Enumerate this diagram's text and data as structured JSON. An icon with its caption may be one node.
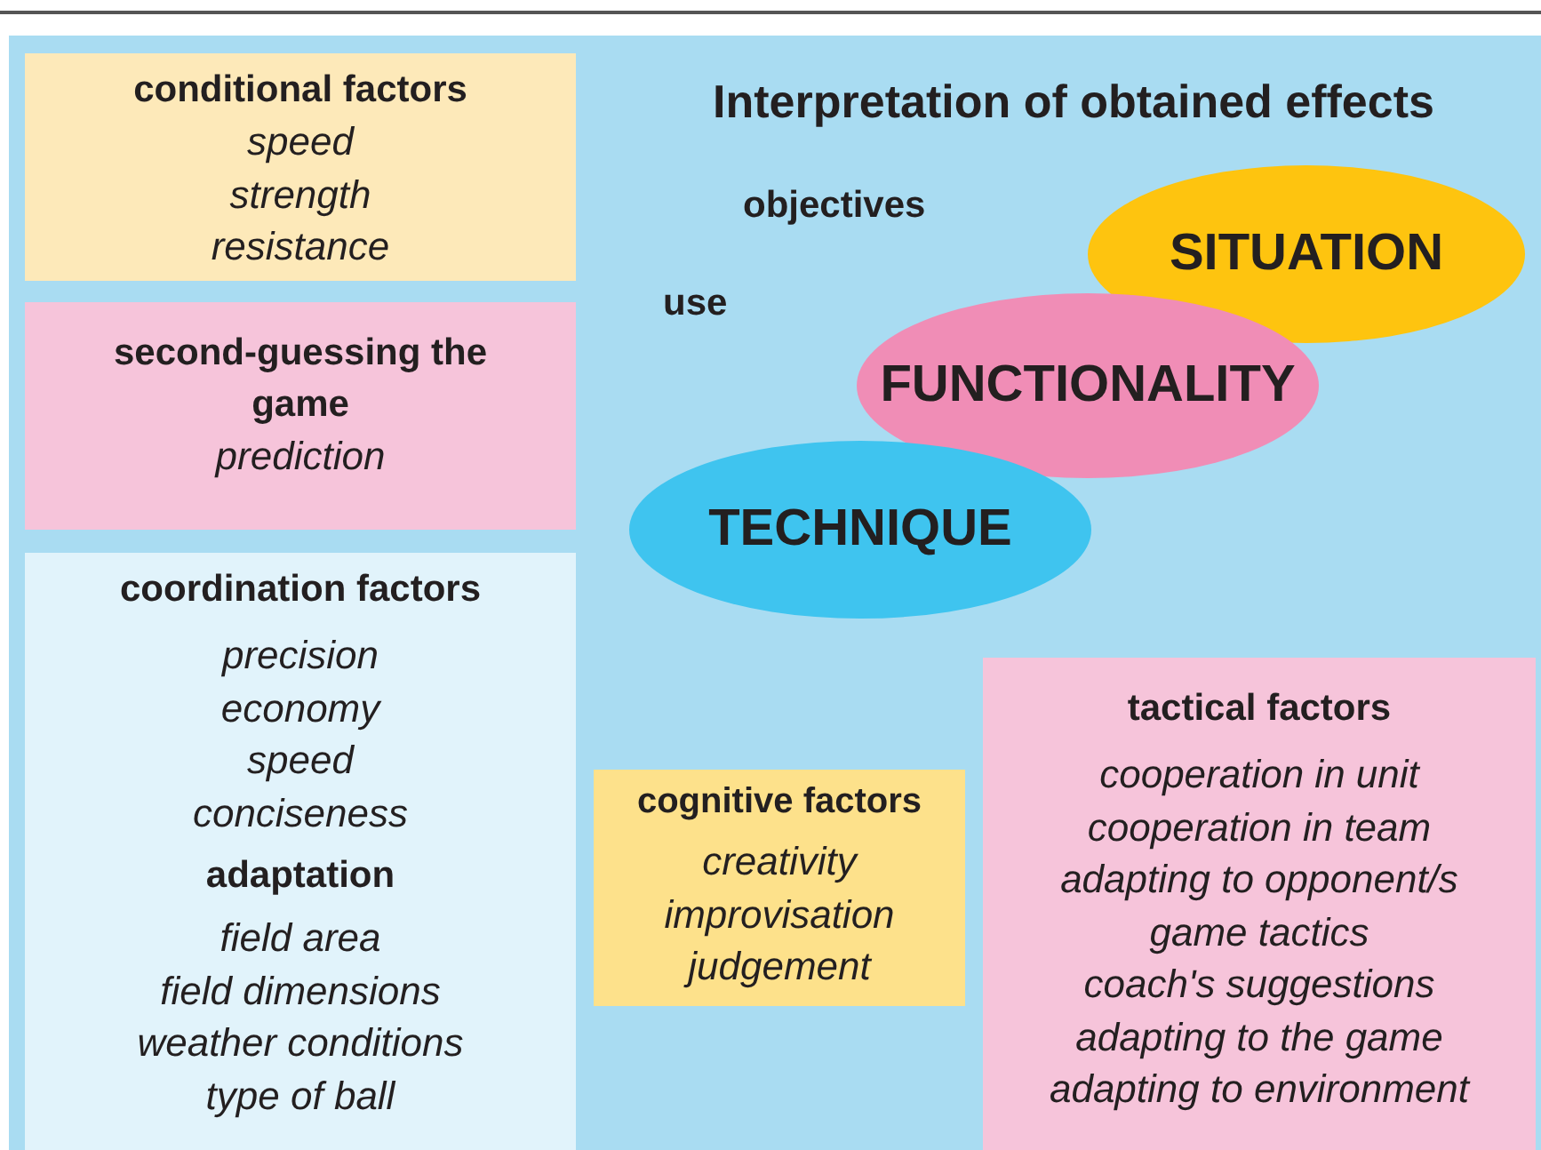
{
  "diagram": {
    "title": "Interpretation of obtained effects",
    "nodes": [
      {
        "text": [
          "conditional factors",
          "speed",
          "strength",
          "resistance"
        ]
      },
      {
        "text": [
          "second-guessing the game",
          "prediction"
        ]
      },
      {
        "text": [
          "coordination factors",
          "precision",
          "economy",
          "speed",
          "conciseness",
          "adaptation",
          "field area",
          "field dimensions",
          "weather conditions",
          "type of ball"
        ]
      },
      {
        "text": [
          "SITUATION"
        ]
      },
      {
        "text": [
          "FUNCTIONALITY"
        ]
      },
      {
        "text": [
          "TECHNIQUE"
        ]
      },
      {
        "text": [
          "tactical factors",
          "cooperation in unit",
          "cooperation in team",
          "adapting to opponent/s",
          "game tactics",
          "coach's suggestions",
          "adapting to the game",
          "adapting to environment"
        ]
      },
      {
        "text": [
          "cognitive factors",
          "creativity",
          "improvisation",
          "judgement"
        ]
      }
    ],
    "edges": [],
    "labels": [
      "objectives",
      "use"
    ]
  }
}
